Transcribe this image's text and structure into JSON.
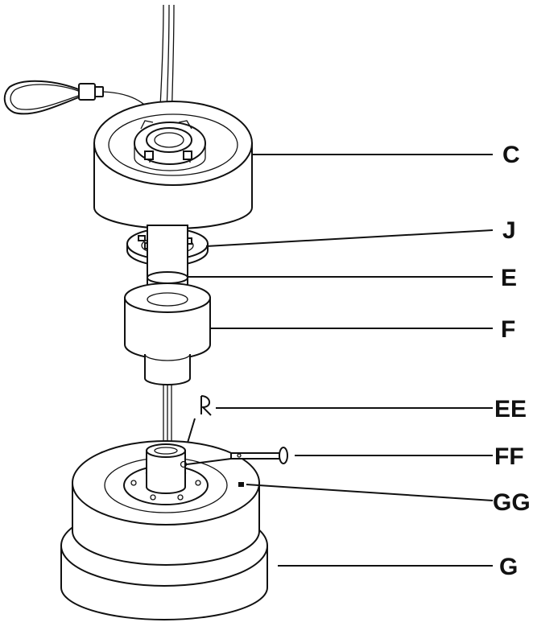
{
  "diagram": {
    "labels": {
      "c": "C",
      "j": "J",
      "e": "E",
      "f": "F",
      "ee": "EE",
      "ff": "FF",
      "gg": "GG",
      "g": "G"
    }
  },
  "colors": {
    "line": "#111111",
    "background": "#ffffff"
  }
}
